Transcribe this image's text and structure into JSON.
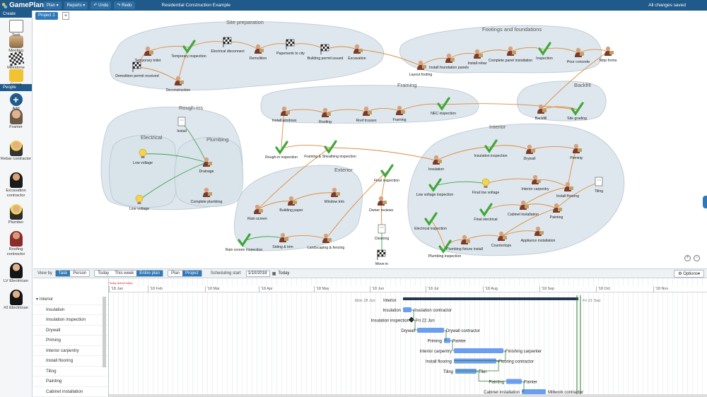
{
  "app": {
    "name": "GamePlan"
  },
  "topbar": {
    "menu_plan": "Plan",
    "menu_reports": "Reports",
    "undo": "Undo",
    "redo": "Redo",
    "document_title": "Residential Construction Example",
    "save_status": "All changes saved"
  },
  "sidebar": {
    "create_header": "Create",
    "create_items": [
      {
        "label": "Task",
        "icon": "task-card-icon"
      },
      {
        "label": "Meeting",
        "icon": "meeting-table-icon"
      },
      {
        "label": "Milestone",
        "icon": "checkered-flag-icon"
      },
      {
        "label": "Group",
        "icon": "folder-icon"
      }
    ],
    "people_header": "People",
    "people_items": [
      {
        "label": "Add",
        "icon": "add-icon"
      },
      {
        "label": "Framer",
        "icon": "person-framer-icon"
      },
      {
        "label": "Rebar contractor",
        "icon": "person-rebar-icon"
      },
      {
        "label": "Excavation contractor",
        "icon": "person-excavation-icon"
      },
      {
        "label": "Plumber",
        "icon": "person-plumber-icon"
      },
      {
        "label": "Roofing contractor",
        "icon": "person-roofing-icon"
      },
      {
        "label": "LV Electrician",
        "icon": "person-lv-electrician-icon"
      },
      {
        "label": "#2 Electrician",
        "icon": "person-electrician-icon"
      }
    ]
  },
  "diagram": {
    "project_tab": "Project 1",
    "add_tab": "+",
    "colors": {
      "group_fill": "#d9e3ea",
      "group_stroke": "#b8c6d2",
      "link": "#e08a3c",
      "link_green": "#3fa34d",
      "check": "#3ea83a"
    },
    "groups": [
      {
        "title": "Site preparation"
      },
      {
        "title": "Footings and foundations"
      },
      {
        "title": "Framing"
      },
      {
        "title": "Backfill"
      },
      {
        "title": "Rough-ins"
      },
      {
        "title": "Electrical"
      },
      {
        "title": "Plumbing"
      },
      {
        "title": "Exterior"
      },
      {
        "title": "Interior"
      }
    ],
    "nodes": [
      {
        "label": "Temporary toilet",
        "kind": "person"
      },
      {
        "label": "Temporary inspection",
        "kind": "check"
      },
      {
        "label": "Electrical disconnect",
        "kind": "flag"
      },
      {
        "label": "Demolition",
        "kind": "person"
      },
      {
        "label": "Paperwork to city",
        "kind": "flag"
      },
      {
        "label": "Building permit issued",
        "kind": "flag"
      },
      {
        "label": "Excavation",
        "kind": "person"
      },
      {
        "label": "Demolition permit received",
        "kind": "flag"
      },
      {
        "label": "Deconstruction",
        "kind": "person"
      },
      {
        "label": "Layout footing",
        "kind": "person"
      },
      {
        "label": "Install foundation panels",
        "kind": "person"
      },
      {
        "label": "Install rebar",
        "kind": "person"
      },
      {
        "label": "Complete panel installation",
        "kind": "person"
      },
      {
        "label": "Inspection",
        "kind": "check"
      },
      {
        "label": "Pour concrete",
        "kind": "person"
      },
      {
        "label": "Strip forms",
        "kind": "person"
      },
      {
        "label": "Install windows",
        "kind": "person"
      },
      {
        "label": "Roofing",
        "kind": "person"
      },
      {
        "label": "Roof trusses",
        "kind": "person"
      },
      {
        "label": "Framing",
        "kind": "person"
      },
      {
        "label": "NEC inspection",
        "kind": "check"
      },
      {
        "label": "Backfill",
        "kind": "person"
      },
      {
        "label": "Site grading",
        "kind": "check"
      },
      {
        "label": "Install",
        "kind": "task"
      },
      {
        "label": "Low voltage",
        "kind": "bulb"
      },
      {
        "label": "Drainage",
        "kind": "person"
      },
      {
        "label": "Line voltage",
        "kind": "bulb"
      },
      {
        "label": "Complete plumbing",
        "kind": "person"
      },
      {
        "label": "Rough-in inspection",
        "kind": "check"
      },
      {
        "label": "Framing & Sheathing inspection",
        "kind": "check"
      },
      {
        "label": "Rain screen",
        "kind": "person"
      },
      {
        "label": "Building paper",
        "kind": "person"
      },
      {
        "label": "Window trim",
        "kind": "person"
      },
      {
        "label": "Rain screen inspection",
        "kind": "check"
      },
      {
        "label": "Siding & trim",
        "kind": "person"
      },
      {
        "label": "Landscaping & fencing",
        "kind": "person"
      },
      {
        "label": "Final inspection",
        "kind": "check"
      },
      {
        "label": "Owner reviews",
        "kind": "person"
      },
      {
        "label": "Cleaning",
        "kind": "task"
      },
      {
        "label": "Move in",
        "kind": "flag"
      },
      {
        "label": "Insulation",
        "kind": "person"
      },
      {
        "label": "Insulation inspection",
        "kind": "check"
      },
      {
        "label": "Drywall",
        "kind": "person"
      },
      {
        "label": "Priming",
        "kind": "person"
      },
      {
        "label": "Low voltage inspection",
        "kind": "check"
      },
      {
        "label": "Final low voltage",
        "kind": "bulb"
      },
      {
        "label": "Interior carpentry",
        "kind": "person"
      },
      {
        "label": "Install flooring",
        "kind": "person"
      },
      {
        "label": "Tiling",
        "kind": "task"
      },
      {
        "label": "Final electrical",
        "kind": "check"
      },
      {
        "label": "Cabinet installation",
        "kind": "person"
      },
      {
        "label": "Electrical inspection",
        "kind": "check"
      },
      {
        "label": "Painting",
        "kind": "person"
      },
      {
        "label": "Plumbing inspection",
        "kind": "check"
      },
      {
        "label": "Plumbing fixture install",
        "kind": "person"
      },
      {
        "label": "Countertops",
        "kind": "person"
      },
      {
        "label": "Appliance installation",
        "kind": "person"
      }
    ],
    "zoom_in": "+",
    "zoom_out": "−"
  },
  "gantt_toolbar": {
    "view_by": "View by",
    "view_task": "Task",
    "view_person": "Person",
    "today": "Today",
    "this_week": "This week",
    "entire_plan": "Entire plan",
    "plan": "Plan",
    "project": "Project",
    "scheduling_start_label": "Scheduling start",
    "scheduling_start_value": "1/10/2018",
    "today_btn": "Today",
    "options": "Options"
  },
  "gantt": {
    "today_marker": "Today actual today",
    "months": [
      "'18 Jan",
      "'18 Feb",
      "'18 Mar",
      "'18 Apr",
      "'18 May",
      "'18 Jun",
      "'18 Jul",
      "'18 Aug",
      "'18 Sep",
      "'18 Oct",
      "'18 Nov"
    ],
    "group_label": "Interior",
    "group_start": "Mon 18 Jun",
    "group_end": "Fri 21 Sep",
    "milestone_label": "Fri 22 Jun",
    "rows": [
      {
        "task": "Insulation",
        "resource": "Insulation contractor"
      },
      {
        "task": "Insulation inspection",
        "resource": ""
      },
      {
        "task": "Drywall",
        "resource": "Drywall contractor"
      },
      {
        "task": "Priming",
        "resource": "Painter"
      },
      {
        "task": "Interior carpentry",
        "resource": "Finishing carpenter"
      },
      {
        "task": "Install flooring",
        "resource": "Flooring contractor"
      },
      {
        "task": "Tiling",
        "resource": "Tiler"
      },
      {
        "task": "Painting",
        "resource": "Painter"
      },
      {
        "task": "Cabinet installation",
        "resource": "Millwork contractor"
      }
    ]
  }
}
